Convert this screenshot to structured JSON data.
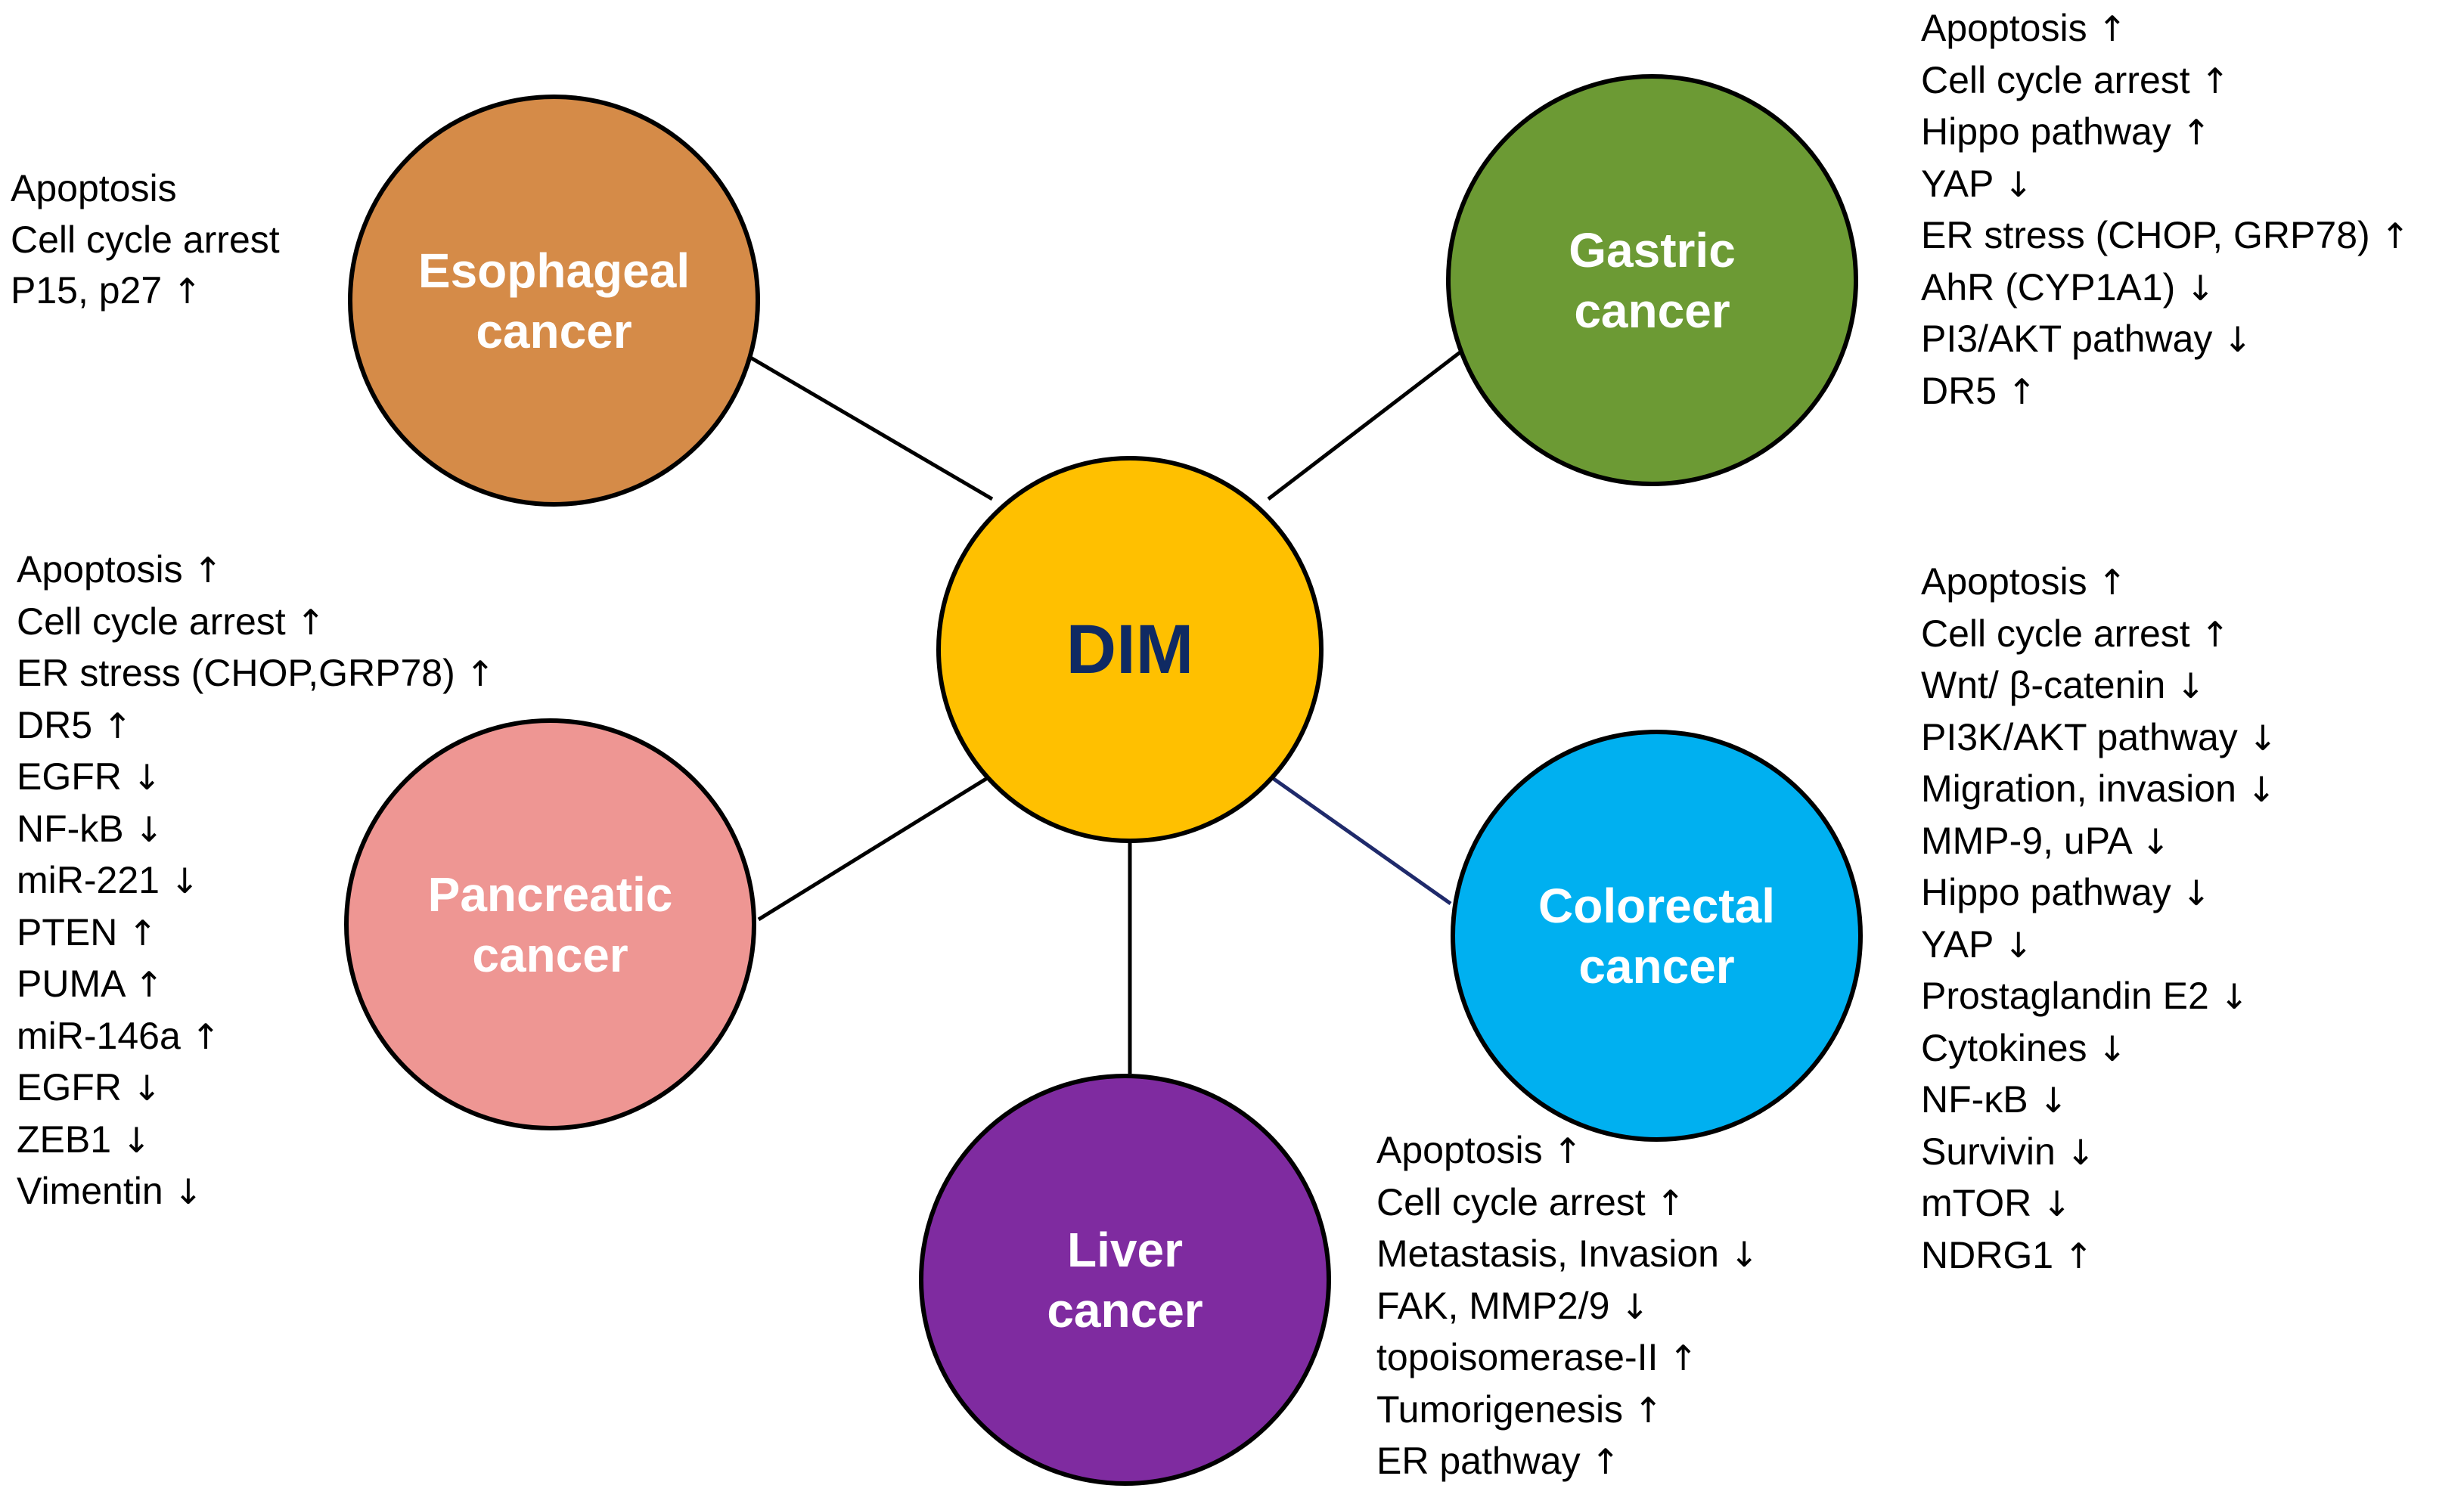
{
  "hub": {
    "label": "DIM",
    "color": "#ffc000",
    "text_color": "#0f2a63"
  },
  "cancers": [
    {
      "id": "esophageal",
      "label_lines": [
        "Esophageal",
        "cancer"
      ],
      "color": "#d58b48",
      "connector_color": "#000000",
      "effects": [
        {
          "text": "Apoptosis",
          "arrow": ""
        },
        {
          "text": "Cell cycle arrest",
          "arrow": ""
        },
        {
          "text": "P15, p27",
          "arrow": "↑"
        }
      ]
    },
    {
      "id": "gastric",
      "label_lines": [
        "Gastric",
        "cancer"
      ],
      "color": "#6c9a34",
      "connector_color": "#000000",
      "effects": [
        {
          "text": "Apoptosis",
          "arrow": "↑"
        },
        {
          "text": "Cell cycle arrest",
          "arrow": "↑"
        },
        {
          "text": "Hippo pathway",
          "arrow": "↑"
        },
        {
          "text": "YAP",
          "arrow": "↓"
        },
        {
          "text": "ER stress (CHOP, GRP78)",
          "arrow": "↑"
        },
        {
          "text": "AhR (CYP1A1)",
          "arrow": "↓"
        },
        {
          "text": "PI3/AKT pathway",
          "arrow": "↓"
        },
        {
          "text": "DR5",
          "arrow": "↑"
        }
      ]
    },
    {
      "id": "pancreatic",
      "label_lines": [
        "Pancreatic",
        "cancer"
      ],
      "color": "#ee9693",
      "connector_color": "#000000",
      "effects": [
        {
          "text": "Apoptosis",
          "arrow": "↑"
        },
        {
          "text": "Cell cycle arrest",
          "arrow": "↑"
        },
        {
          "text": "ER stress (CHOP,GRP78)",
          "arrow": "↑"
        },
        {
          "text": "DR5",
          "arrow": "↑"
        },
        {
          "text": "EGFR",
          "arrow": "↓"
        },
        {
          "text": "NF-kB",
          "arrow": "↓"
        },
        {
          "text": "miR-221",
          "arrow": "↓"
        },
        {
          "text": "PTEN",
          "arrow": "↑"
        },
        {
          "text": "PUMA",
          "arrow": "↑"
        },
        {
          "text": "miR-146a",
          "arrow": "↑"
        },
        {
          "text": "EGFR",
          "arrow": "↓"
        },
        {
          "text": "ZEB1",
          "arrow": "↓"
        },
        {
          "text": "Vimentin",
          "arrow": "↓"
        }
      ]
    },
    {
      "id": "colorectal",
      "label_lines": [
        "Colorectal",
        "cancer"
      ],
      "color": "#00b0f0",
      "connector_color": "#1f2a6b",
      "effects": [
        {
          "text": "Apoptosis",
          "arrow": "↑"
        },
        {
          "text": "Cell cycle arrest",
          "arrow": "↑"
        },
        {
          "text": "Wnt/ β-catenin",
          "arrow": "↓"
        },
        {
          "text": "PI3K/AKT pathway",
          "arrow": "↓"
        },
        {
          "text": "Migration, invasion",
          "arrow": "↓"
        },
        {
          "text": "MMP-9, uPA",
          "arrow": "↓"
        },
        {
          "text": "Hippo pathway",
          "arrow": "↓"
        },
        {
          "text": "YAP",
          "arrow": "↓"
        },
        {
          "text": "Prostaglandin E2",
          "arrow": "↓"
        },
        {
          "text": "Cytokines",
          "arrow": "↓"
        },
        {
          "text": "NF-κB",
          "arrow": "↓"
        },
        {
          "text": "Survivin",
          "arrow": "↓"
        },
        {
          "text": "mTOR",
          "arrow": "↓"
        },
        {
          "text": "NDRG1",
          "arrow": "↑"
        }
      ]
    },
    {
      "id": "liver",
      "label_lines": [
        "Liver",
        "cancer"
      ],
      "color": "#7f2ba0",
      "connector_color": "#000000",
      "effects": [
        {
          "text": "Apoptosis",
          "arrow": "↑"
        },
        {
          "text": "Cell cycle arrest",
          "arrow": "↑"
        },
        {
          "text": "Metastasis, Invasion",
          "arrow": "↓"
        },
        {
          "text": "FAK, MMP2/9",
          "arrow": "↓"
        },
        {
          "text": "topoisomerase-II",
          "arrow": "↑"
        },
        {
          "text": "Tumorigenesis",
          "arrow": "↑"
        },
        {
          "text": "ER pathway",
          "arrow": "↑"
        }
      ]
    }
  ]
}
